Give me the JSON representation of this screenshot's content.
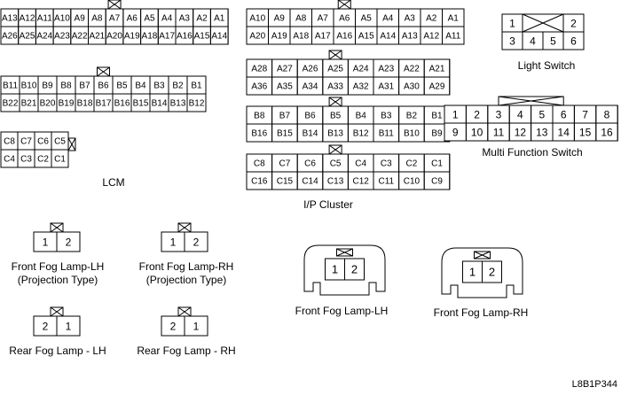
{
  "diagram_code": "L8B1P344",
  "connectors": {
    "lcm_a": {
      "rows": [
        [
          "A13",
          "A12",
          "A11",
          "A10",
          "A9",
          "A8",
          "A7",
          "A6",
          "A5",
          "A4",
          "A3",
          "A2",
          "A1"
        ],
        [
          "A26",
          "A25",
          "A24",
          "A23",
          "A22",
          "A21",
          "A20",
          "A19",
          "A18",
          "A17",
          "A16",
          "A15",
          "A14"
        ]
      ]
    },
    "lcm_b": {
      "rows": [
        [
          "B11",
          "B10",
          "B9",
          "B8",
          "B7",
          "B6",
          "B5",
          "B4",
          "B3",
          "B2",
          "B1"
        ],
        [
          "B22",
          "B21",
          "B20",
          "B19",
          "B18",
          "B17",
          "B16",
          "B15",
          "B14",
          "B13",
          "B12"
        ]
      ]
    },
    "lcm_c": {
      "rows": [
        [
          "C8",
          "C7",
          "C6",
          "C5"
        ],
        [
          "C4",
          "C3",
          "C2",
          "C1"
        ]
      ]
    },
    "cluster_a1": {
      "rows": [
        [
          "A10",
          "A9",
          "A8",
          "A7",
          "A6",
          "A5",
          "A4",
          "A3",
          "A2",
          "A1"
        ],
        [
          "A20",
          "A19",
          "A18",
          "A17",
          "A16",
          "A15",
          "A14",
          "A13",
          "A12",
          "A11"
        ]
      ]
    },
    "cluster_a2": {
      "rows": [
        [
          "A28",
          "A27",
          "A26",
          "A25",
          "A24",
          "A23",
          "A22",
          "A21"
        ],
        [
          "A36",
          "A35",
          "A34",
          "A33",
          "A32",
          "A31",
          "A30",
          "A29"
        ]
      ]
    },
    "cluster_b": {
      "rows": [
        [
          "B8",
          "B7",
          "B6",
          "B5",
          "B4",
          "B3",
          "B2",
          "B1"
        ],
        [
          "B16",
          "B15",
          "B14",
          "B13",
          "B12",
          "B11",
          "B10",
          "B9"
        ]
      ]
    },
    "cluster_c": {
      "rows": [
        [
          "C8",
          "C7",
          "C6",
          "C5",
          "C4",
          "C3",
          "C2",
          "C1"
        ],
        [
          "C16",
          "C15",
          "C14",
          "C13",
          "C12",
          "C11",
          "C10",
          "C9"
        ]
      ]
    },
    "light_switch": {
      "rows": [
        [
          "1",
          "",
          "",
          "2"
        ],
        [
          "3",
          "4",
          "5",
          "6"
        ]
      ]
    },
    "multi_function_switch": {
      "rows": [
        [
          "1",
          "2",
          "3",
          "4",
          "5",
          "6",
          "7",
          "8"
        ],
        [
          "9",
          "10",
          "11",
          "12",
          "13",
          "14",
          "15",
          "16"
        ]
      ]
    },
    "fog_lh_projection": {
      "rows": [
        [
          "1",
          "2"
        ]
      ]
    },
    "fog_rh_projection": {
      "rows": [
        [
          "1",
          "2"
        ]
      ]
    },
    "rear_fog_lh": {
      "rows": [
        [
          "2",
          "1"
        ]
      ]
    },
    "rear_fog_rh": {
      "rows": [
        [
          "2",
          "1"
        ]
      ]
    },
    "fog_lh": {
      "rows": [
        [
          "1",
          "2"
        ]
      ]
    },
    "fog_rh": {
      "rows": [
        [
          "1",
          "2"
        ]
      ]
    }
  },
  "labels": {
    "lcm": "LCM",
    "ip_cluster": "I/P Cluster",
    "light_switch": "Light Switch",
    "multi_function_switch": "Multi Function Switch",
    "fog_lh_projection_line1": "Front Fog Lamp-LH",
    "fog_lh_projection_line2": "(Projection Type)",
    "fog_rh_projection_line1": "Front Fog Lamp-RH",
    "fog_rh_projection_line2": "(Projection Type)",
    "rear_fog_lh": "Rear Fog Lamp - LH",
    "rear_fog_rh": "Rear Fog Lamp - RH",
    "fog_lh": "Front Fog Lamp-LH",
    "fog_rh": "Front Fog Lamp-RH"
  }
}
